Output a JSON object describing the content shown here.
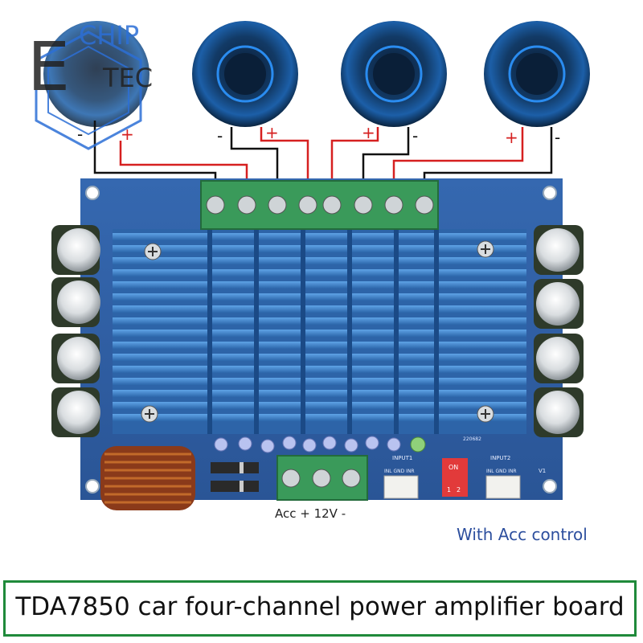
{
  "watermark": {
    "line1": "CHIP",
    "line2": "TEC",
    "letter": "E"
  },
  "speakers": {
    "pairs": [
      {
        "left": "-",
        "right": "+"
      },
      {
        "left": "+",
        "right": "-"
      },
      {
        "left": "+",
        "right": "-"
      }
    ]
  },
  "board": {
    "terminal_labels": [
      "",
      "",
      "",
      "",
      "",
      "",
      "",
      ""
    ],
    "dip_switch": {
      "on": "ON",
      "pos1": "1",
      "pos2": "2"
    },
    "input1": {
      "title": "INPUT1",
      "pins": "INL GND INR"
    },
    "input2": {
      "title": "INPUT2",
      "pins": "INL GND INR"
    },
    "board_code": "V1",
    "chip_code": "220682"
  },
  "power_label": "Acc  + 12V -",
  "note": "With Acc control",
  "caption": "TDA7850 car four-channel power amplifier board",
  "colors": {
    "pcb": "#2f5fa5",
    "heatsink": "#3f7fc8",
    "terminal": "#3a9a5a",
    "wire_red": "#d62020",
    "wire_black": "#111111",
    "caption_border": "#1f8a3a",
    "note_text": "#2d4f9e"
  }
}
